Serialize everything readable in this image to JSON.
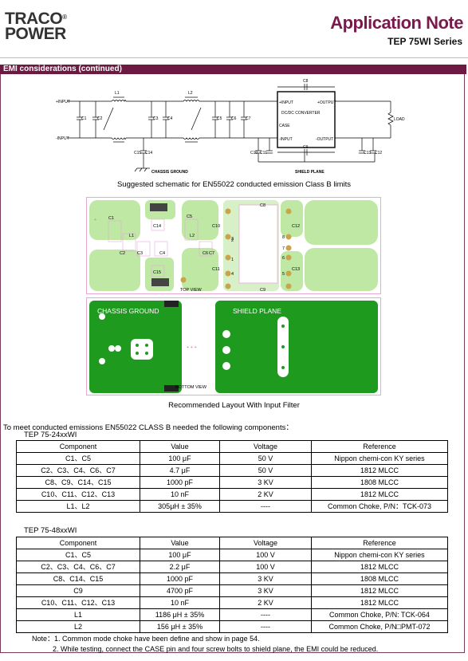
{
  "header": {
    "logo_line1": "TRACO",
    "logo_line2": "POWER",
    "logo_mark": "®",
    "title": "Application Note",
    "series": "TEP 75WI Series"
  },
  "section": {
    "title": "EMI considerations (continued)"
  },
  "schematic": {
    "caption": "Suggested schematic for EN55022 conducted emission Class B limits",
    "labels": {
      "pin": "+INPUT",
      "nin": "-INPUT",
      "l1": "L1",
      "l2": "L2",
      "c1": "C1",
      "c2": "C2",
      "c3": "C3",
      "c4": "C4",
      "c5": "C5",
      "c6": "C6",
      "c7": "C7",
      "c8": "C8",
      "c9": "C9",
      "c10": "C10",
      "c11": "C11",
      "c12": "C12",
      "c13": "C13",
      "c14": "C14",
      "c15": "C15",
      "conv_pin": "+INPUT",
      "conv_pout": "+OUTPUT",
      "conv_name": "DC/DC CONVERTER",
      "conv_case": "CASE",
      "conv_nin": "-INPUT",
      "conv_nout": "-OUTPUT",
      "load": "LOAD",
      "chassis": "CHASSIS GROUND",
      "shield": "SHIELD PLANE"
    }
  },
  "layout": {
    "caption": "Recommended Layout With Input Filter",
    "top_view": "TOP VIEW",
    "bottom_view": "BOTTOM VIEW",
    "chassis_ground": "CHASSIS GROUND",
    "shield_plane": "SHIELD PLANE",
    "labels": {
      "c1": "C1",
      "c2": "C2",
      "c3": "C3",
      "c4": "C4",
      "c5": "C5",
      "c6": "C6",
      "c7": "C7",
      "c8": "C8",
      "c9": "C9",
      "c10": "C10",
      "c11": "C11",
      "c12": "C12",
      "c13": "C13",
      "c14": "C14",
      "c15": "C15",
      "l1": "L1",
      "l2": "L2",
      "p1": "1",
      "p2": "2",
      "p3": "3",
      "p4": "4",
      "p5": "5",
      "p6": "6",
      "p7": "7",
      "p8": "8"
    }
  },
  "intro": "To meet conducted emissions EN55022 CLASS B needed the following components：",
  "table1": {
    "title": "TEP 75-24xxWI",
    "headers": [
      "Component",
      "Value",
      "Voltage",
      "Reference"
    ],
    "rows": [
      [
        "C1、C5",
        "100 μF",
        "50 V",
        "Nippon chemi-con KY series"
      ],
      [
        "C2、C3、C4、C6、C7",
        "4.7 μF",
        "50 V",
        "1812 MLCC"
      ],
      [
        "C8、C9、C14、C15",
        "1000 pF",
        "3 KV",
        "1808 MLCC"
      ],
      [
        "C10、C11、C12、C13",
        "10 nF",
        "2 KV",
        "1812 MLCC"
      ],
      [
        "L1、L2",
        "305μH ± 35%",
        "----",
        "Common Choke, P/N：TCK-073"
      ]
    ]
  },
  "table2": {
    "title": "TEP 75-48xxWI",
    "headers": [
      "Component",
      "Value",
      "Voltage",
      "Reference"
    ],
    "rows": [
      [
        "C1、C5",
        "100 μF",
        "100 V",
        "Nippon chemi-con KY series"
      ],
      [
        "C2、C3、C4、C6、C7",
        "2.2 μF",
        "100 V",
        "1812 MLCC"
      ],
      [
        "C8、C14、C15",
        "1000 pF",
        "3 KV",
        "1808 MLCC"
      ],
      [
        "C9",
        "4700 pF",
        "3 KV",
        "1812 MLCC"
      ],
      [
        "C10、C11、C12、C13",
        "10 nF",
        "2 KV",
        "1812 MLCC"
      ],
      [
        "L1",
        "1186 μH ± 35%",
        "----",
        "Common Choke, P/N: TCK-064"
      ],
      [
        "L2",
        "156 μH ± 35%",
        "----",
        "Common Choke, P/N□PMT-072"
      ]
    ]
  },
  "notes": {
    "line1": "Note：1. Common mode choke have been define and show in page 54.",
    "line2": "2. While testing, connect the CASE pin and four screw bolts to shield plane, the EMI could be reduced."
  }
}
